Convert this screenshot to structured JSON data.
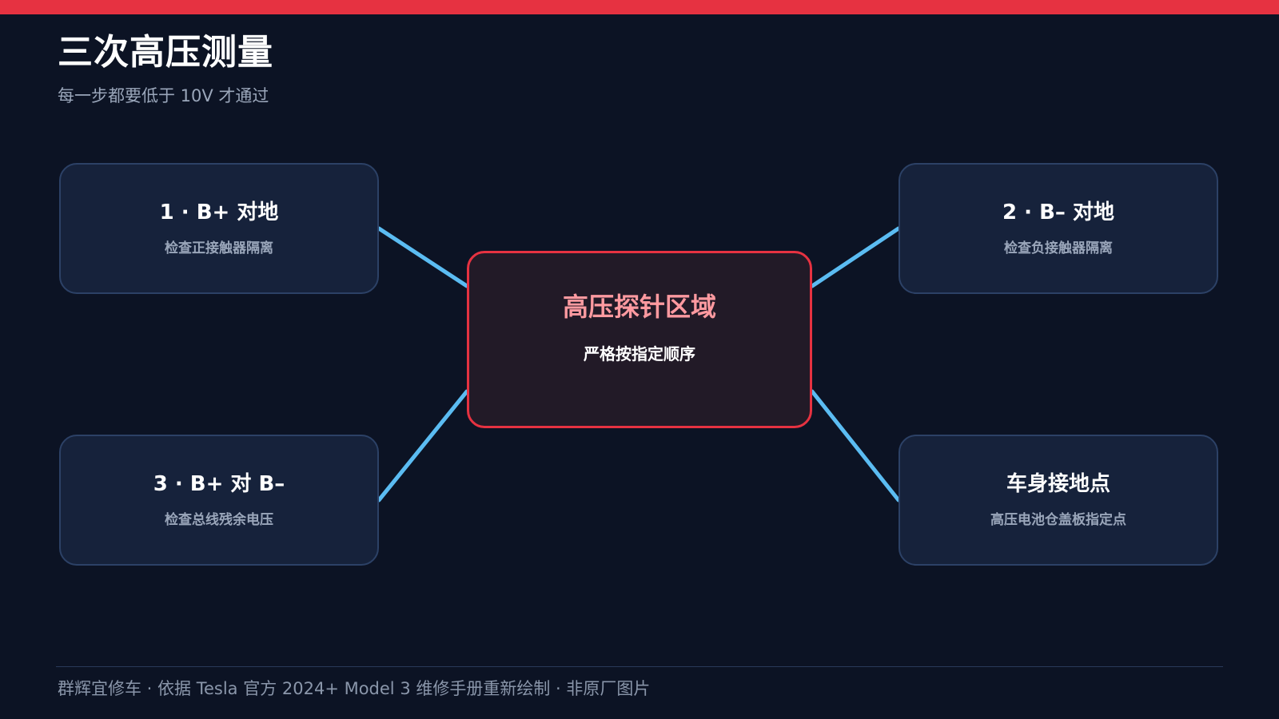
{
  "header": {
    "title": "三次高压测量",
    "subtitle": "每一步都要低于 10V 才通过"
  },
  "center": {
    "label": "高压探针区域",
    "desc": "严格按指定顺序"
  },
  "nodes": [
    {
      "label": "1 · B+ 对地",
      "desc": "检查正接触器隔离"
    },
    {
      "label": "2 · B– 对地",
      "desc": "检查负接触器隔离"
    },
    {
      "label": "3 · B+ 对 B–",
      "desc": "检查总线残余电压"
    },
    {
      "label": "车身接地点",
      "desc": "高压电池仓盖板指定点"
    }
  ],
  "footer": {
    "text": "群辉宜修车 · 依据 Tesla 官方 2024+ Model 3 维修手册重新绘制 · 非原厂图片"
  },
  "colors": {
    "background": "#0c1324",
    "accent": "#e63241",
    "node_fill": "#16223b",
    "node_border": "#2c4166",
    "center_fill": "#221a27",
    "center_label": "#ff9aa0",
    "connector": "#5bbcf2",
    "muted_text": "#9aa6ba"
  }
}
